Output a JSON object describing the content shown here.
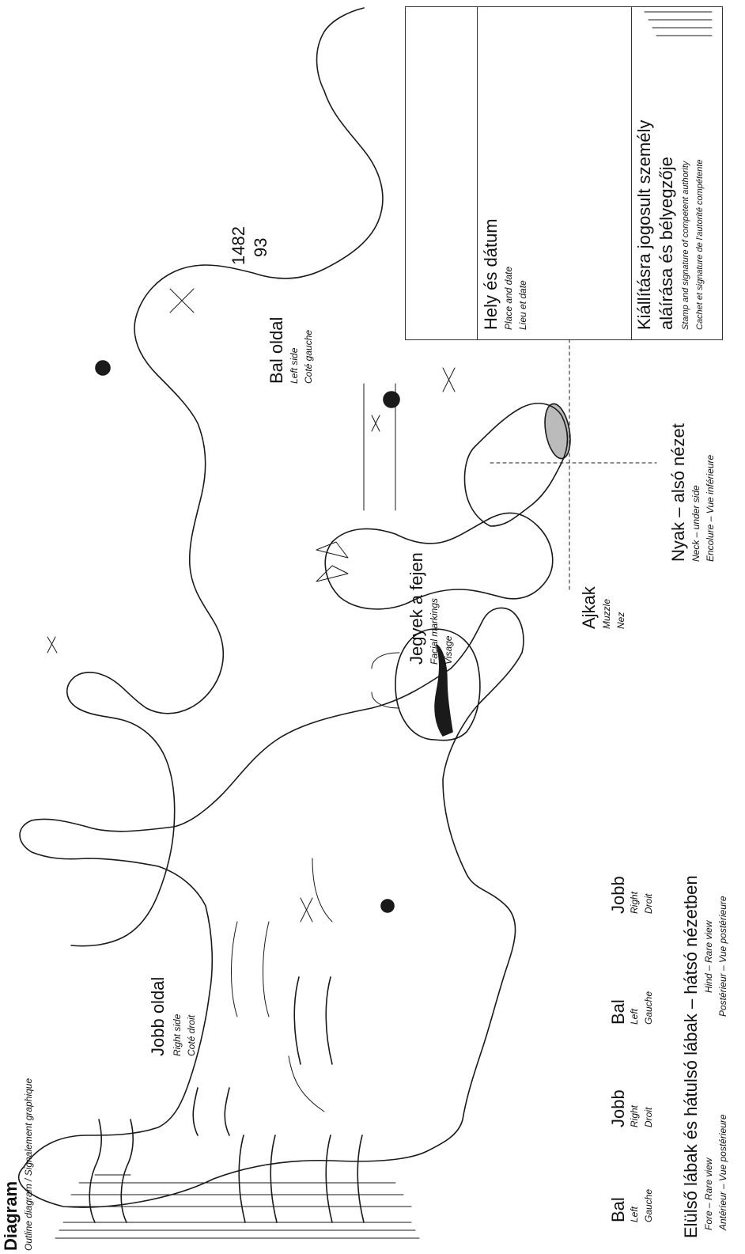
{
  "header": {
    "title": "Diagram",
    "subtitle": "Outline diagram / Signalement graphique"
  },
  "right_side": {
    "hu": "Jobb oldal",
    "en": "Right side",
    "fr": "Coté droit"
  },
  "left_side": {
    "hu": "Bal oldal",
    "en": "Left side",
    "fr": "Coté gauche",
    "mark_number": "1482",
    "mark_sub": "93"
  },
  "face": {
    "hu": "Jegyek a fejen",
    "en": "Facial markings",
    "fr": "Visage"
  },
  "muzzle": {
    "hu": "Ajkak",
    "en": "Muzzle",
    "fr": "Nez"
  },
  "neck": {
    "hu": "Nyak – alsó nézet",
    "en": "Neck – under side",
    "fr": "Encolure – Vue inférieure"
  },
  "legs": {
    "fore_right": {
      "hu": "Jobb",
      "en": "Right",
      "fr": "Droit"
    },
    "fore_left": {
      "hu": "Bal",
      "en": "Left",
      "fr": "Gauche"
    },
    "hind_left": {
      "hu": "Bal",
      "en": "Left",
      "fr": "Gauche"
    },
    "hind_right": {
      "hu": "Jobb",
      "en": "Right",
      "fr": "Droit"
    },
    "caption_hu": "Elülső lábak és hátulsó lábak – hátsó nézetben",
    "caption_fore_en": "Fore – Rare view",
    "caption_fore_fr": "Antérieur – Vue postérieure",
    "caption_hind_en": "Hind – Rare view",
    "caption_hind_fr": "Postérieur – Vue postérieure"
  },
  "authority": {
    "place_date_hu": "Hely és dátum",
    "place_date_en": "Place and date",
    "place_date_fr": "Lieu et date",
    "stamp_hu_1": "Kiállításra jogosult személy",
    "stamp_hu_2": "aláírása és bélyegzője",
    "stamp_en": "Stamp and signature of competent authority",
    "stamp_fr": "Cachet et signature de l'autorité compétente"
  }
}
